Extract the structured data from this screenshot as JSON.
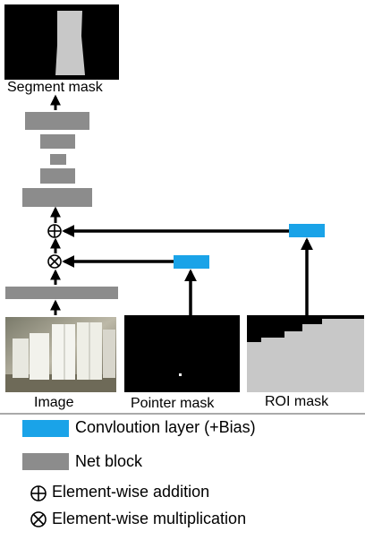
{
  "colors": {
    "net_block": "#8c8c8c",
    "conv_layer": "#1aa3e8",
    "arrow": "#000000",
    "mask_background": "#000000",
    "mask_foreground": "#c8c8c8"
  },
  "labels": {
    "segment_mask": "Segment mask",
    "image": "Image",
    "pointer_mask": "Pointer mask",
    "roi_mask": "ROI mask"
  },
  "legend": {
    "conv_layer": "Convloution layer (+Bias)",
    "net_block": "Net block",
    "addition": "Element-wise addition",
    "multiplication": "Element-wise multiplication"
  },
  "symbols": {
    "addition": "⊕",
    "multiplication": "⊗"
  },
  "icons": {
    "addition": "circle-plus-icon",
    "multiplication": "circle-times-icon"
  }
}
